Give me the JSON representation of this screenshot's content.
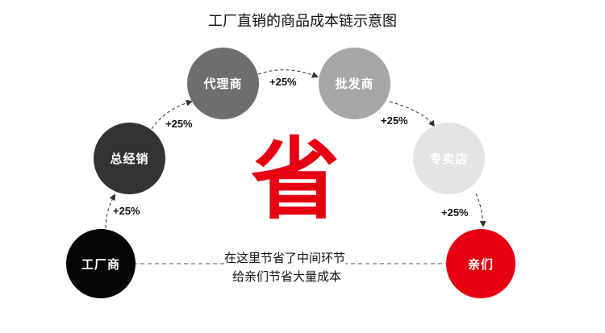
{
  "title": "工厂直销的商品成本链示意图",
  "nodes": [
    {
      "id": "factory",
      "label": "工厂商",
      "color": "#050505"
    },
    {
      "id": "general",
      "label": "总经销",
      "color": "#333333"
    },
    {
      "id": "agent",
      "label": "代理商",
      "color": "#6e6e6e"
    },
    {
      "id": "wholesale",
      "label": "批发商",
      "color": "#a6a6a6"
    },
    {
      "id": "store",
      "label": "专卖店",
      "color": "#e4e4e4"
    },
    {
      "id": "you",
      "label": "亲们",
      "color": "#e60012"
    }
  ],
  "markups": [
    "+25%",
    "+25%",
    "+25%",
    "+25%",
    "+25%"
  ],
  "center_char": "省",
  "note": [
    "在这里节省了中间环节",
    "给亲们节省大量成本"
  ]
}
